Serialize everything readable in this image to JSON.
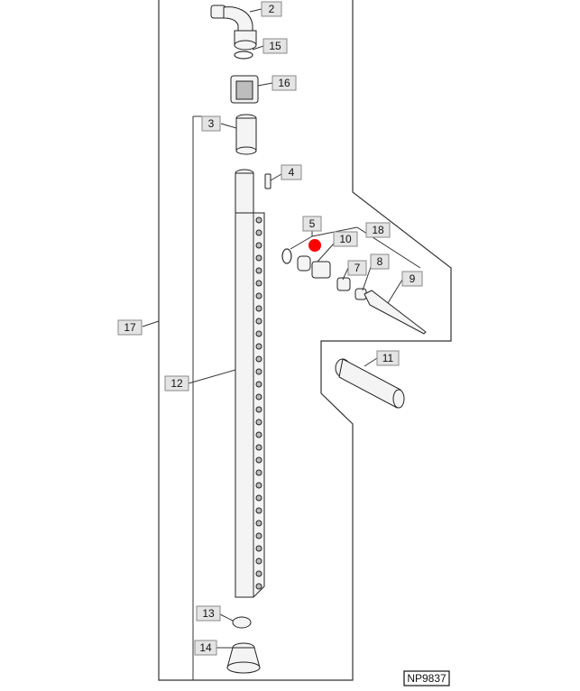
{
  "diagram": {
    "reference_code": "NP9837",
    "callouts": [
      {
        "id": "2",
        "label": "2"
      },
      {
        "id": "15",
        "label": "15"
      },
      {
        "id": "16",
        "label": "16"
      },
      {
        "id": "3",
        "label": "3"
      },
      {
        "id": "4",
        "label": "4"
      },
      {
        "id": "5",
        "label": "5"
      },
      {
        "id": "18",
        "label": "18"
      },
      {
        "id": "10",
        "label": "10"
      },
      {
        "id": "7",
        "label": "7"
      },
      {
        "id": "8",
        "label": "8"
      },
      {
        "id": "9",
        "label": "9"
      },
      {
        "id": "17",
        "label": "17"
      },
      {
        "id": "11",
        "label": "11"
      },
      {
        "id": "12",
        "label": "12"
      },
      {
        "id": "13",
        "label": "13"
      },
      {
        "id": "14",
        "label": "14"
      }
    ],
    "marker_color": "#ff0000"
  }
}
